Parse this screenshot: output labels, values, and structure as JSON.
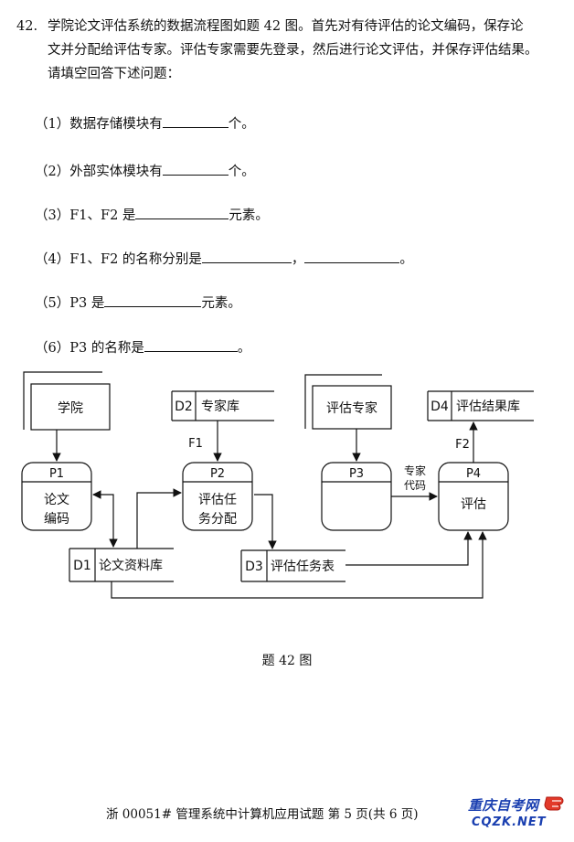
{
  "question": {
    "number": "42.",
    "line1": "学院论文评估系统的数据流程图如题 42 图。首先对有待评估的论文编码，保存论",
    "line2": "文并分配给评估专家。评估专家需要先登录，然后进行论文评估，并保存评估结果。",
    "line3": "请填空回答下述问题："
  },
  "sub_questions": [
    {
      "prefix": "（1）数据存储模块有",
      "suffix": "个。"
    },
    {
      "prefix": "（2）外部实体模块有",
      "suffix": "个。"
    },
    {
      "prefix": "（3）F1、F2 是",
      "suffix": "元素。"
    },
    {
      "prefix": "（4）F1、F2 的名称分别是",
      "middle": "，",
      "suffix": "。"
    },
    {
      "prefix": "（5）P3 是",
      "suffix": "元素。"
    },
    {
      "prefix": "（6）P3 的名称是",
      "suffix": "。"
    }
  ],
  "diagram": {
    "entities": {
      "college": "学院",
      "expert": "评估专家"
    },
    "stores": {
      "d2": {
        "id": "D2",
        "name": "专家库"
      },
      "d4": {
        "id": "D4",
        "name": "评估结果库"
      },
      "d1": {
        "id": "D1",
        "name": "论文资料库"
      },
      "d3": {
        "id": "D3",
        "name": "评估任务表"
      }
    },
    "processes": {
      "p1": {
        "id": "P1",
        "line1": "论文",
        "line2": "编码"
      },
      "p2": {
        "id": "P2",
        "line1": "评估任",
        "line2": "务分配"
      },
      "p3": {
        "id": "P3",
        "line1": "",
        "line2": ""
      },
      "p4": {
        "id": "P4",
        "line1": "评估",
        "line2": ""
      }
    },
    "flows": {
      "f1": "F1",
      "f2": "F2",
      "expert_code_1": "专家",
      "expert_code_2": "代码"
    }
  },
  "caption": "题 42 图",
  "footer": "浙 00051# 管理系统中计算机应用试题 第 5 页(共 6 页)",
  "watermark": {
    "cn": "重庆自考网",
    "en": "CQZK.NET",
    "color": "#1a3fb0"
  }
}
